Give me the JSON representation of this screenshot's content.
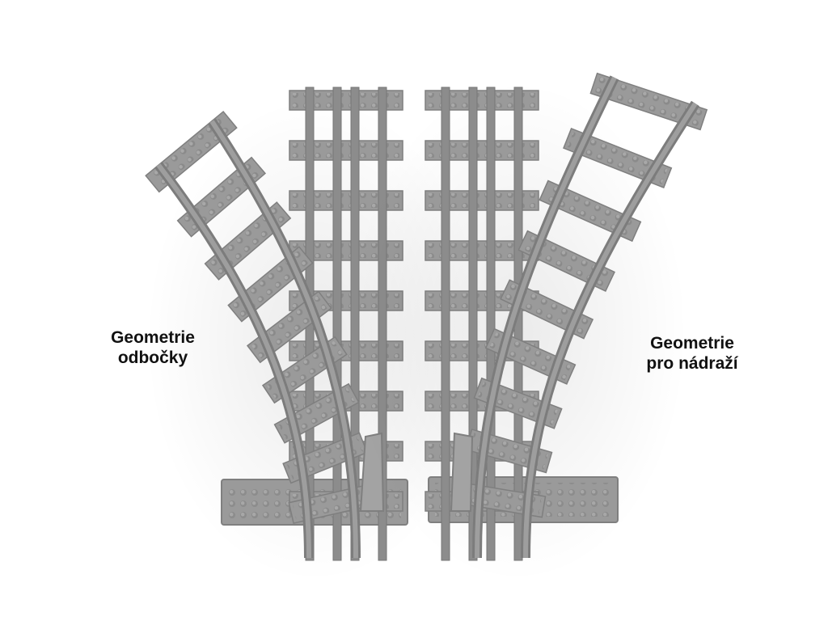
{
  "captions": {
    "left": {
      "line1": "Geometrie",
      "line2": "odbočky"
    },
    "right": {
      "line1": "Geometrie",
      "line2": "pro nádraží"
    }
  },
  "colors": {
    "background": "#ffffff",
    "track_plastic": "#9a9a9a",
    "track_shadow": "#7f7f7f",
    "track_highlight": "#b3b3b3",
    "caption_text": "#111111"
  },
  "icons": {
    "left_piece": "left-hand-track-switch",
    "right_piece": "right-hand-track-switch"
  }
}
